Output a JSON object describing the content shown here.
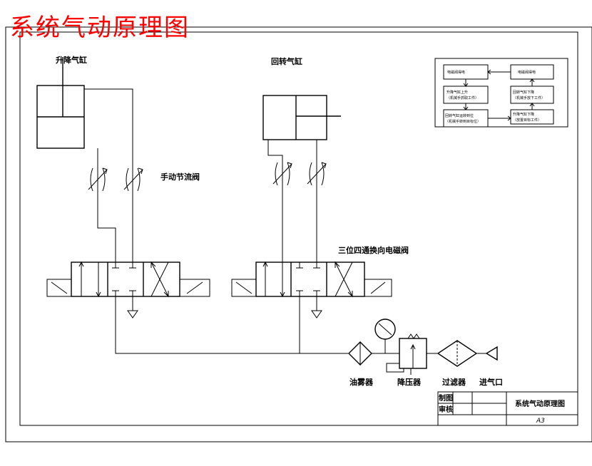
{
  "page_title": "系统气动原理图",
  "labels": {
    "lift_cylinder": "升降气缸",
    "rotary_cylinder": "回转气缸",
    "manual_throttle_valve": "手动节流阀",
    "solenoid_valve": "三位四通换向电磁阀",
    "lubricator": "油雾器",
    "pressure_reducer": "降压器",
    "filter": "过滤器",
    "air_inlet": "进气口"
  },
  "flow_boxes": [
    {
      "id": "box-1",
      "lines": [
        "电磁阀得电"
      ]
    },
    {
      "id": "box-2",
      "lines": [
        "升降气缸上升",
        "（机械手抓取工件）"
      ]
    },
    {
      "id": "box-3",
      "lines": [
        "回转气缸运转到位",
        "（机械手转到目标位）"
      ]
    },
    {
      "id": "box-4",
      "lines": [
        "电磁阀得电"
      ]
    },
    {
      "id": "box-5",
      "lines": [
        "回转气缸下降",
        "（机械手放下工件）"
      ]
    },
    {
      "id": "box-6",
      "lines": [
        "升降气缸下降",
        "（放置目标工件）"
      ]
    }
  ],
  "title_block": {
    "draw_label": "制图",
    "check_label": "审核",
    "drawing_name": "系统气动原理图",
    "sheet_size": "A3"
  }
}
